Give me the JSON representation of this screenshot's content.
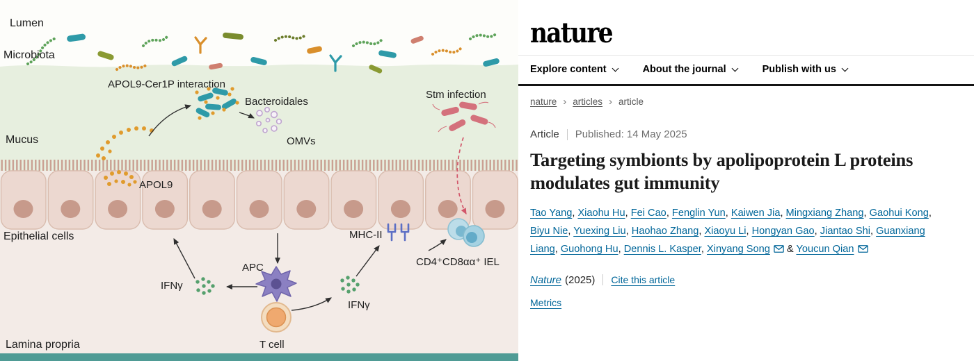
{
  "figure": {
    "labels": {
      "lumen": "Lumen",
      "microbiota": "Microbiota",
      "mucus": "Mucus",
      "epithelial_cells": "Epithelial cells",
      "lamina_propria": "Lamina propria",
      "apol9_cer1p_interaction": "APOL9-Cer1P interaction",
      "bacteroidales": "Bacteroidales",
      "omvs": "OMVs",
      "stm_infection": "Stm infection",
      "apol9": "APOL9",
      "mhc_ii": "MHC-II",
      "iel": "CD4⁺CD8αα⁺ IEL",
      "ifng_left": "IFNγ",
      "ifng_right": "IFNγ",
      "apc": "APC",
      "t_cell": "T cell"
    },
    "colors": {
      "mucus_zone": "#e7efdf",
      "epithelium_fill": "#ecd8d0",
      "nucleus": "#c79a8b",
      "lamina_propria": "#f3ebe7",
      "apol9_dots": "#e09b2d",
      "bacteroidales_rod": "#2e9aa8",
      "stm_rod": "#d4717c",
      "ifng_dots": "#55a06d",
      "apc_cell": "#8b80c2",
      "t_cell": "#efa96f",
      "mhc_ii": "#5c6fc5",
      "iel_cell": "#a6d2e2",
      "bottom_bar": "#4f9b95"
    }
  },
  "article": {
    "brand": "nature",
    "nav": [
      "Explore content",
      "About the journal",
      "Publish with us"
    ],
    "breadcrumb": [
      "nature",
      "articles",
      "article"
    ],
    "type_label": "Article",
    "published_label": "Published:",
    "published_date": "14 May 2025",
    "title": "Targeting symbionts by apolipoprotein L proteins modulates gut immunity",
    "authors": [
      {
        "name": "Tao Yang"
      },
      {
        "name": "Xiaohu Hu"
      },
      {
        "name": "Fei Cao"
      },
      {
        "name": "Fenglin Yun"
      },
      {
        "name": "Kaiwen Jia"
      },
      {
        "name": "Mingxiang Zhang"
      },
      {
        "name": "Gaohui Kong"
      },
      {
        "name": "Biyu Nie"
      },
      {
        "name": "Yuexing Liu"
      },
      {
        "name": "Haohao Zhang"
      },
      {
        "name": "Xiaoyu Li"
      },
      {
        "name": "Hongyan Gao"
      },
      {
        "name": "Jiantao Shi"
      },
      {
        "name": "Guanxiang Liang"
      },
      {
        "name": "Guohong Hu"
      },
      {
        "name": "Dennis L. Kasper"
      },
      {
        "name": "Xinyang Song",
        "envelope": true
      },
      {
        "name": "Youcun Qian",
        "envelope": true
      }
    ],
    "journal": "Nature",
    "year": "(2025)",
    "cite_label": "Cite this article",
    "metrics_label": "Metrics",
    "link_color": "#006699"
  },
  "icons": {
    "chevron_down": "⌄",
    "breadcrumb_separator": "›",
    "envelope": "✉"
  }
}
